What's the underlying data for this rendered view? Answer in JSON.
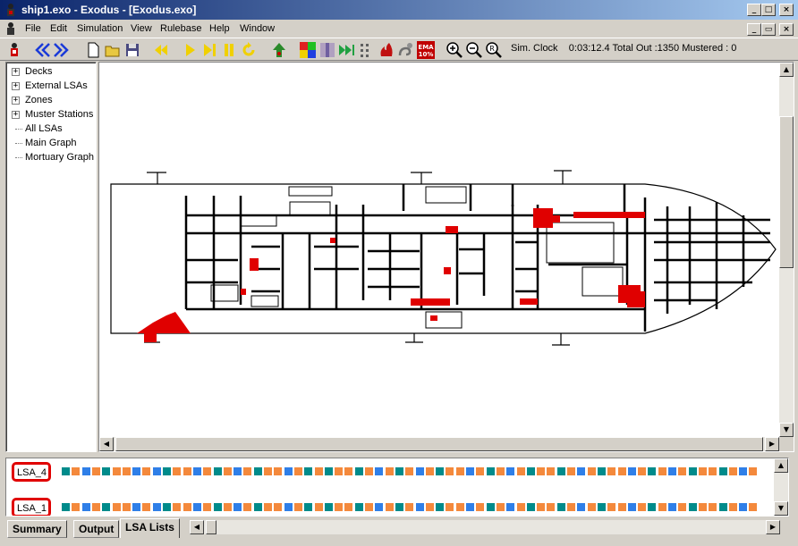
{
  "window": {
    "title": "ship1.exo - Exodus - [Exodus.exo]"
  },
  "caption_buttons": {
    "minimize": "_",
    "maximize": "□",
    "close": "×",
    "restore": "▭"
  },
  "menu": {
    "items": [
      "File",
      "Edit",
      "Simulation",
      "View",
      "Rulebase",
      "Help",
      "Window"
    ]
  },
  "toolbar": {
    "icons": [
      "exodus-logo",
      "rewind",
      "forward",
      "new",
      "open",
      "save",
      "step-back",
      "play",
      "step",
      "pause",
      "reset",
      "route",
      "fire-zones",
      "heat",
      "fast-forward",
      "grid",
      "fire",
      "smoke",
      "ema-toxic",
      "zoom-in",
      "zoom-out",
      "zoom-reset"
    ],
    "sim_clock_label": "Sim. Clock",
    "sim_clock_value": "0:03:12.4",
    "total_out_label": "Total Out :",
    "total_out_value": "1350",
    "mustered_label": "Mustered :",
    "mustered_value": "0",
    "ema_text": "EMA 10%"
  },
  "tree": {
    "items": [
      {
        "label": "Decks",
        "expandable": true
      },
      {
        "label": "External LSAs",
        "expandable": true
      },
      {
        "label": "Zones",
        "expandable": true
      },
      {
        "label": "Muster Stations",
        "expandable": true
      },
      {
        "label": "All LSAs",
        "expandable": false
      },
      {
        "label": "Main Graph",
        "expandable": false
      },
      {
        "label": "Mortuary Graph",
        "expandable": false
      }
    ]
  },
  "lsa_lists": {
    "lists": [
      {
        "name": "LSA_4"
      },
      {
        "name": "LSA_1"
      }
    ],
    "row_pattern": [
      "teal",
      "orange",
      "blue",
      "orange",
      "teal",
      "orange",
      "orange",
      "blue",
      "orange",
      "blue",
      "teal",
      "orange",
      "orange",
      "blue",
      "orange",
      "teal",
      "orange",
      "blue",
      "orange",
      "teal",
      "orange",
      "orange",
      "blue",
      "orange",
      "teal",
      "orange",
      "teal",
      "orange",
      "orange",
      "teal",
      "orange",
      "blue",
      "orange",
      "teal",
      "orange",
      "blue",
      "orange",
      "teal",
      "orange",
      "orange",
      "blue",
      "orange",
      "teal",
      "orange",
      "blue",
      "orange",
      "teal",
      "orange",
      "orange",
      "teal",
      "orange",
      "blue",
      "orange",
      "teal",
      "orange",
      "orange",
      "blue",
      "orange",
      "teal",
      "orange",
      "blue",
      "orange",
      "teal",
      "orange",
      "orange",
      "teal",
      "orange",
      "blue",
      "orange",
      "teal"
    ],
    "colors": {
      "teal": "#008b8b",
      "orange": "#f4893c",
      "blue": "#2f7fe8"
    }
  },
  "tabs": [
    "Summary",
    "Output",
    "LSA Lists"
  ],
  "active_tab": "LSA Lists",
  "colors": {
    "title_start": "#0a246a",
    "title_end": "#a6caf0",
    "people": "#e00000"
  }
}
